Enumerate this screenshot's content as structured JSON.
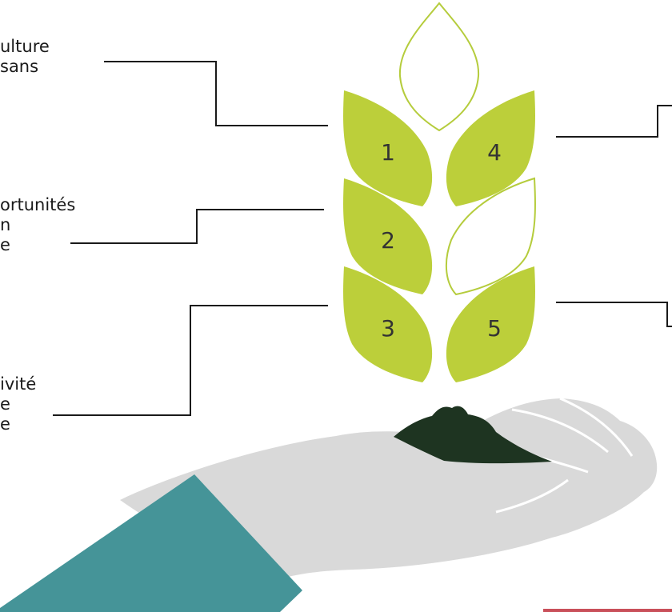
{
  "labels": [
    {
      "lines": [
        "ulture",
        "sans"
      ]
    },
    {
      "lines": [
        "ortunités",
        "n",
        "e"
      ]
    },
    {
      "lines": [
        "ivité",
        "e",
        "e"
      ]
    }
  ],
  "leaves": [
    {
      "number": "1"
    },
    {
      "number": "2"
    },
    {
      "number": "3"
    },
    {
      "number": "4"
    },
    {
      "number": "5"
    }
  ],
  "colors": {
    "leaf": "#bccf3a",
    "leaf_outline": "#b5cc3c",
    "connector": "#1a1a1a",
    "hand": "#d9d9d9",
    "hand_crease": "#ffffff",
    "sleeve": "#459498",
    "soil": "#1e3421",
    "accent_bar": "#c9505a"
  },
  "icons": [
    "wheat-stalk-icon",
    "open-hand-icon",
    "soil-mound-icon"
  ]
}
